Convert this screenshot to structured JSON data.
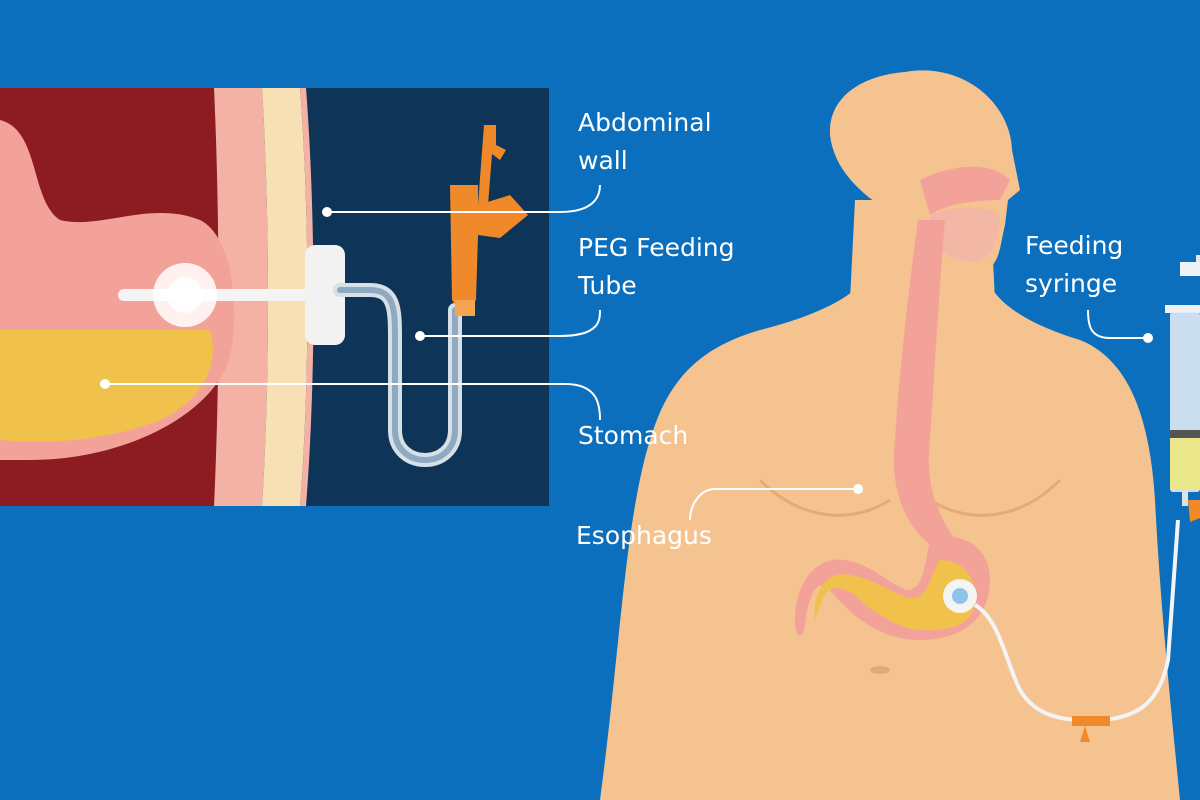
{
  "labels": {
    "abdominal_wall": [
      "Abdominal",
      "wall"
    ],
    "peg_tube": [
      "PEG Feeding",
      "Tube"
    ],
    "stomach": "Stomach",
    "esophagus": "Esophagus",
    "feeding_syringe": [
      "Feeding",
      "syringe"
    ]
  },
  "colors": {
    "background": "#0b6fbd",
    "inset_background": "#0e3457",
    "skin": "#f4c38f",
    "tissue_dark": "#8d1b22",
    "stomach_pink": "#f3a29a",
    "stomach_contents": "#f0c24b",
    "tube_orange": "#f0892a",
    "leader_line": "#ffffff"
  }
}
